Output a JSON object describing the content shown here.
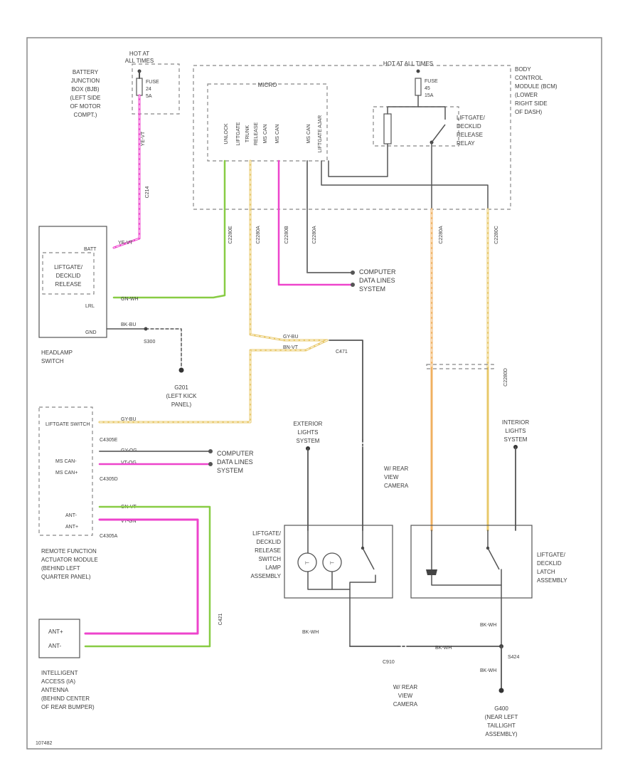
{
  "colors": {
    "pink": "#ee44cc",
    "green": "#88cc44",
    "yellow": "#e8c86a",
    "orange": "#f0b060",
    "wire": "#555555",
    "border": "#888888",
    "text": "#3c3c3c"
  },
  "battery_junction": {
    "hot": [
      "HOT AT",
      "ALL TIMES"
    ],
    "name": [
      "BATTERY",
      "JUNCTION",
      "BOX (BJB)",
      "(LEFT SIDE",
      "OF MOTOR",
      "COMPT.)"
    ],
    "fuse": [
      "FUSE",
      "24",
      "5A"
    ],
    "connector": "C214",
    "wire_color": "YE-VT"
  },
  "bcm": {
    "hot": "HOT AT ALL TIMES",
    "fuse": [
      "FUSE",
      "45",
      "15A"
    ],
    "micro": "MICRO",
    "name": [
      "BODY",
      "CONTROL",
      "MODULE (BCM)",
      "(LOWER",
      "RIGHT SIDE",
      "OF DASH)"
    ],
    "relay": [
      "LIFTGATE/",
      "DECKLID",
      "RELEASE",
      "RELAY"
    ],
    "pins": [
      "UNLOCK",
      "LIFTGATE",
      "TRUNK",
      "RELEASE",
      "MS CAN",
      "MS CAN",
      "MS CAN",
      "LIFTGATE AJAR"
    ],
    "connectors": [
      "C2280E",
      "C2280A",
      "C2280B",
      "C2280A",
      "C2280A",
      "C2280C",
      "C2280D"
    ]
  },
  "headlamp_switch": {
    "name": [
      "HEADLAMP",
      "SWITCH"
    ],
    "inner": [
      "LIFTGATE/",
      "DECKLID",
      "RELEASE"
    ],
    "labels": [
      "BATT",
      "LRL",
      "GND"
    ],
    "wire_labels": [
      "YE-VT",
      "GN-WH",
      "BK-BU"
    ],
    "ground_splice": "S300",
    "ground": [
      "G201",
      "(LEFT KICK",
      "PANEL)"
    ]
  },
  "computer_data_lines": [
    "COMPUTER",
    "DATA LINES",
    "SYSTEM"
  ],
  "liftgate_wires": [
    "GY-BU",
    "BN-VT"
  ],
  "c471": "C471",
  "rfa": {
    "pins": [
      "LIFTGATE SWITCH",
      "MS CAN-",
      "MS CAN+",
      "ANT-",
      "ANT+"
    ],
    "connectors": [
      "C4305E",
      "C4305D",
      "C4305A"
    ],
    "wire_labels": [
      "GY-BU",
      "GY-OG",
      "VT-OG",
      "GN-VT",
      "VT-GN"
    ],
    "name": [
      "REMOTE FUNCTION",
      "ACTUATOR MODULE",
      "(BEHIND LEFT",
      "QUARTER PANEL)"
    ]
  },
  "ant": {
    "pins": [
      "ANT+",
      "ANT-"
    ],
    "name": [
      "INTELLIGENT",
      "ACCESS (IA)",
      "ANTENNA",
      "(BEHIND CENTER",
      "OF REAR BUMPER)"
    ],
    "connector": "C421"
  },
  "exterior_lights": [
    "EXTERIOR",
    "LIGHTS",
    "SYSTEM"
  ],
  "interior_lights": [
    "INTERIOR",
    "LIGHTS",
    "SYSTEM"
  ],
  "camera": [
    "W/ REAR",
    "VIEW",
    "CAMERA"
  ],
  "release_switch": [
    "LIFTGATE/",
    "DECKLID",
    "RELEASE",
    "SWITCH",
    "LAMP",
    "ASSEMBLY"
  ],
  "latch": [
    "LIFTGATE/",
    "DECKLID",
    "LATCH",
    "ASSEMBLY"
  ],
  "ground": {
    "wire1": "BK-WH",
    "wire2": "BK-WH",
    "splice": "S424",
    "connector": "C910",
    "name": [
      "G400",
      "(NEAR LEFT",
      "TAILLIGHT",
      "ASSEMBLY)"
    ]
  },
  "figure_id": "107482"
}
